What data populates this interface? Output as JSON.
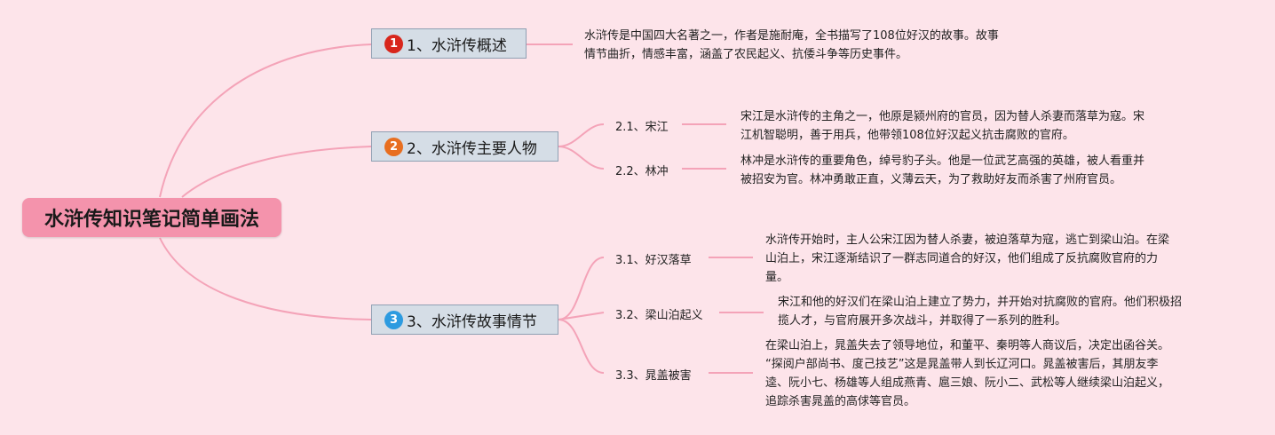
{
  "root": {
    "title": "水浒传知识笔记简单画法"
  },
  "branches": [
    {
      "badge": "1",
      "label": "1、水浒传概述",
      "desc_lines": [
        "水浒传是中国四大名著之一，作者是施耐庵，全书描写了108位好汉的故事。故事",
        "情节曲折，情感丰富，涵盖了农民起义、抗倭斗争等历史事件。"
      ]
    },
    {
      "badge": "2",
      "label": "2、水浒传主要人物",
      "children": [
        {
          "label": "2.1、宋江",
          "desc_lines": [
            "宋江是水浒传的主角之一，他原是颍州府的官员，因为替人杀妻而落草为寇。宋",
            "江机智聪明，善于用兵，他带领108位好汉起义抗击腐败的官府。"
          ]
        },
        {
          "label": "2.2、林冲",
          "desc_lines": [
            "林冲是水浒传的重要角色，绰号豹子头。他是一位武艺高强的英雄，被人看重并",
            "被招安为官。林冲勇敢正直，义薄云天，为了救助好友而杀害了州府官员。"
          ]
        }
      ]
    },
    {
      "badge": "3",
      "label": "3、水浒传故事情节",
      "children": [
        {
          "label": "3.1、好汉落草",
          "desc_lines": [
            "水浒传开始时，主人公宋江因为替人杀妻，被迫落草为寇，逃亡到梁山泊。在梁",
            "山泊上，宋江逐渐结识了一群志同道合的好汉，他们组成了反抗腐败官府的力",
            "量。"
          ]
        },
        {
          "label": "3.2、梁山泊起义",
          "desc_lines": [
            "宋江和他的好汉们在梁山泊上建立了势力，并开始对抗腐败的官府。他们积极招",
            "揽人才，与官府展开多次战斗，并取得了一系列的胜利。"
          ]
        },
        {
          "label": "3.3、晁盖被害",
          "desc_lines": [
            "在梁山泊上，晁盖失去了领导地位，和董平、秦明等人商议后，决定出函谷关。",
            "“探阅户部尚书、度己技艺”这是晁盖带人到长辽河口。晁盖被害后，其朋友李",
            "逵、阮小七、杨雄等人组成燕青、扈三娘、阮小二、武松等人继续梁山泊起义，",
            "追踪杀害晁盖的高俅等官员。"
          ]
        }
      ]
    }
  ],
  "colors": {
    "background": "#fde4ea",
    "root_fill": "#f493ac",
    "link": "#f4a3b8",
    "badge_1": "#d8261c",
    "badge_2": "#e86e1f",
    "badge_3": "#2d9be0"
  }
}
